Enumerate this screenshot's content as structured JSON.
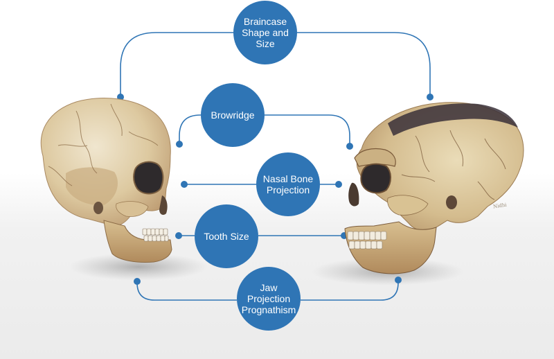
{
  "features": [
    {
      "id": "braincase",
      "lines": [
        "Braincase",
        "Shape and",
        "Size"
      ]
    },
    {
      "id": "browridge",
      "lines": [
        "Browridge"
      ]
    },
    {
      "id": "nasal",
      "lines": [
        "Nasal Bone",
        "Projection"
      ]
    },
    {
      "id": "tooth",
      "lines": [
        "Tooth Size"
      ]
    },
    {
      "id": "jaw",
      "lines": [
        "Jaw",
        "Projection",
        "Prognathism"
      ]
    }
  ],
  "signature": "Nidhi",
  "colors": {
    "node_fill": "#2f75b5",
    "connector": "#2f75b5",
    "node_text": "#ffffff",
    "bone_light": "#e8dcc0",
    "bone_mid": "#cdb38a",
    "bone_dark": "#8a6a45",
    "brow_shadow": "#3a3038"
  }
}
